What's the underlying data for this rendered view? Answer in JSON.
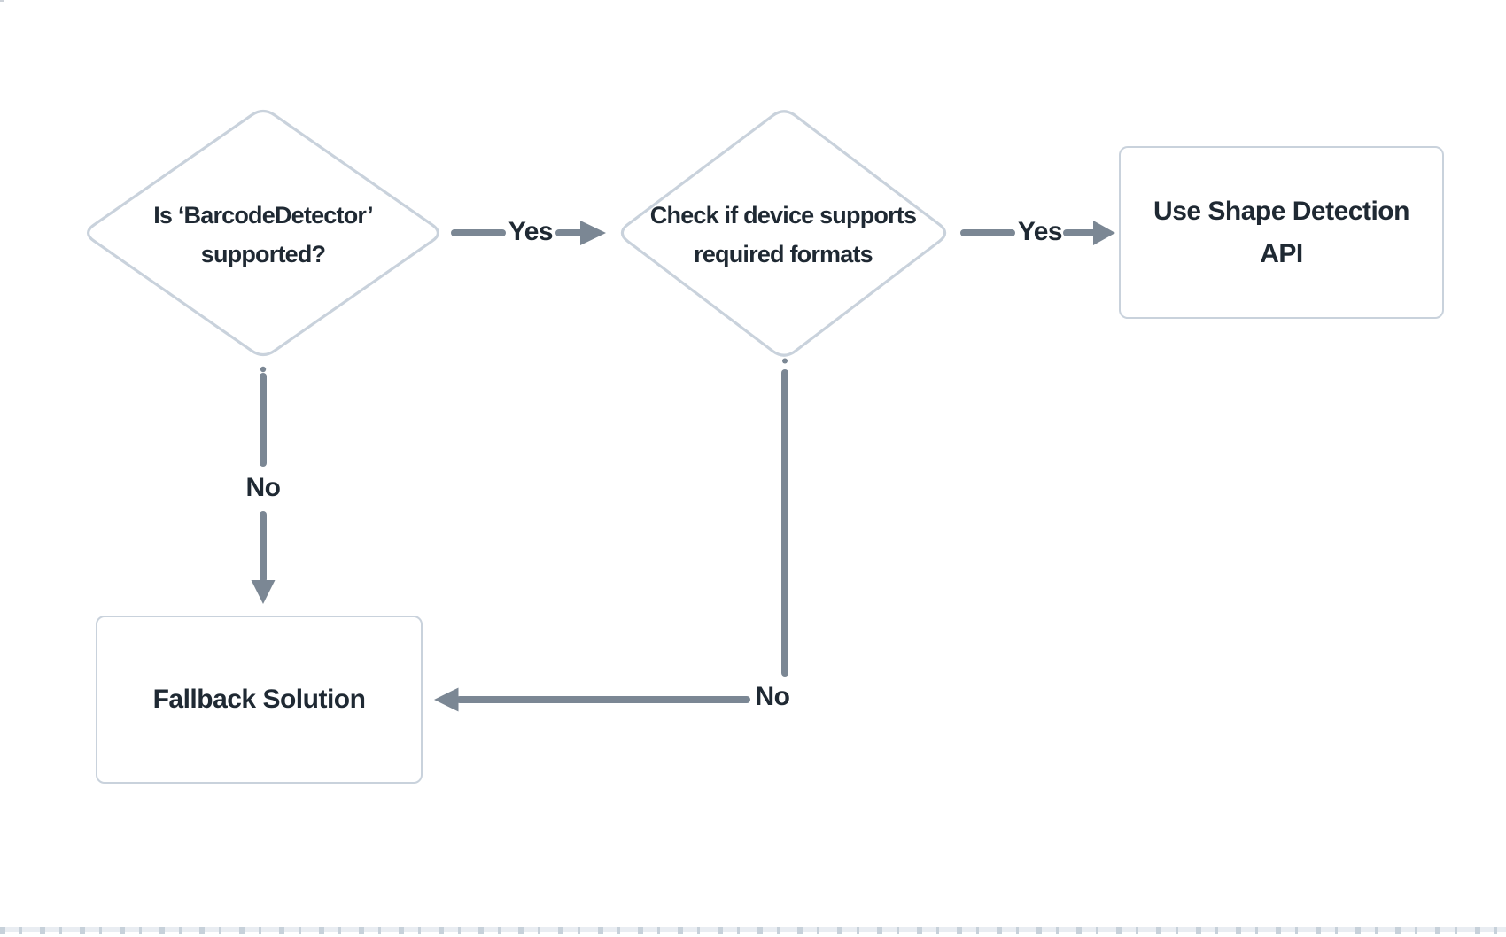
{
  "diagram": {
    "decision_barcode": {
      "line1": "Is ‘BarcodeDetector’",
      "line2": "supported?"
    },
    "decision_formats": {
      "line1": "Check if device supports",
      "line2": "required formats"
    },
    "process_shape_api": {
      "line1": "Use Shape Detection",
      "line2": "API"
    },
    "process_fallback": {
      "label": "Fallback Solution"
    },
    "edge_labels": {
      "yes1": "Yes",
      "yes2": "Yes",
      "no1": "No",
      "no2": "No"
    },
    "colors": {
      "node_border": "#c9d2dc",
      "arrow": "#7b8794",
      "text": "#1f2933",
      "strip_bg": "#e9edf2",
      "strip_mark": "#c7d1da"
    }
  }
}
